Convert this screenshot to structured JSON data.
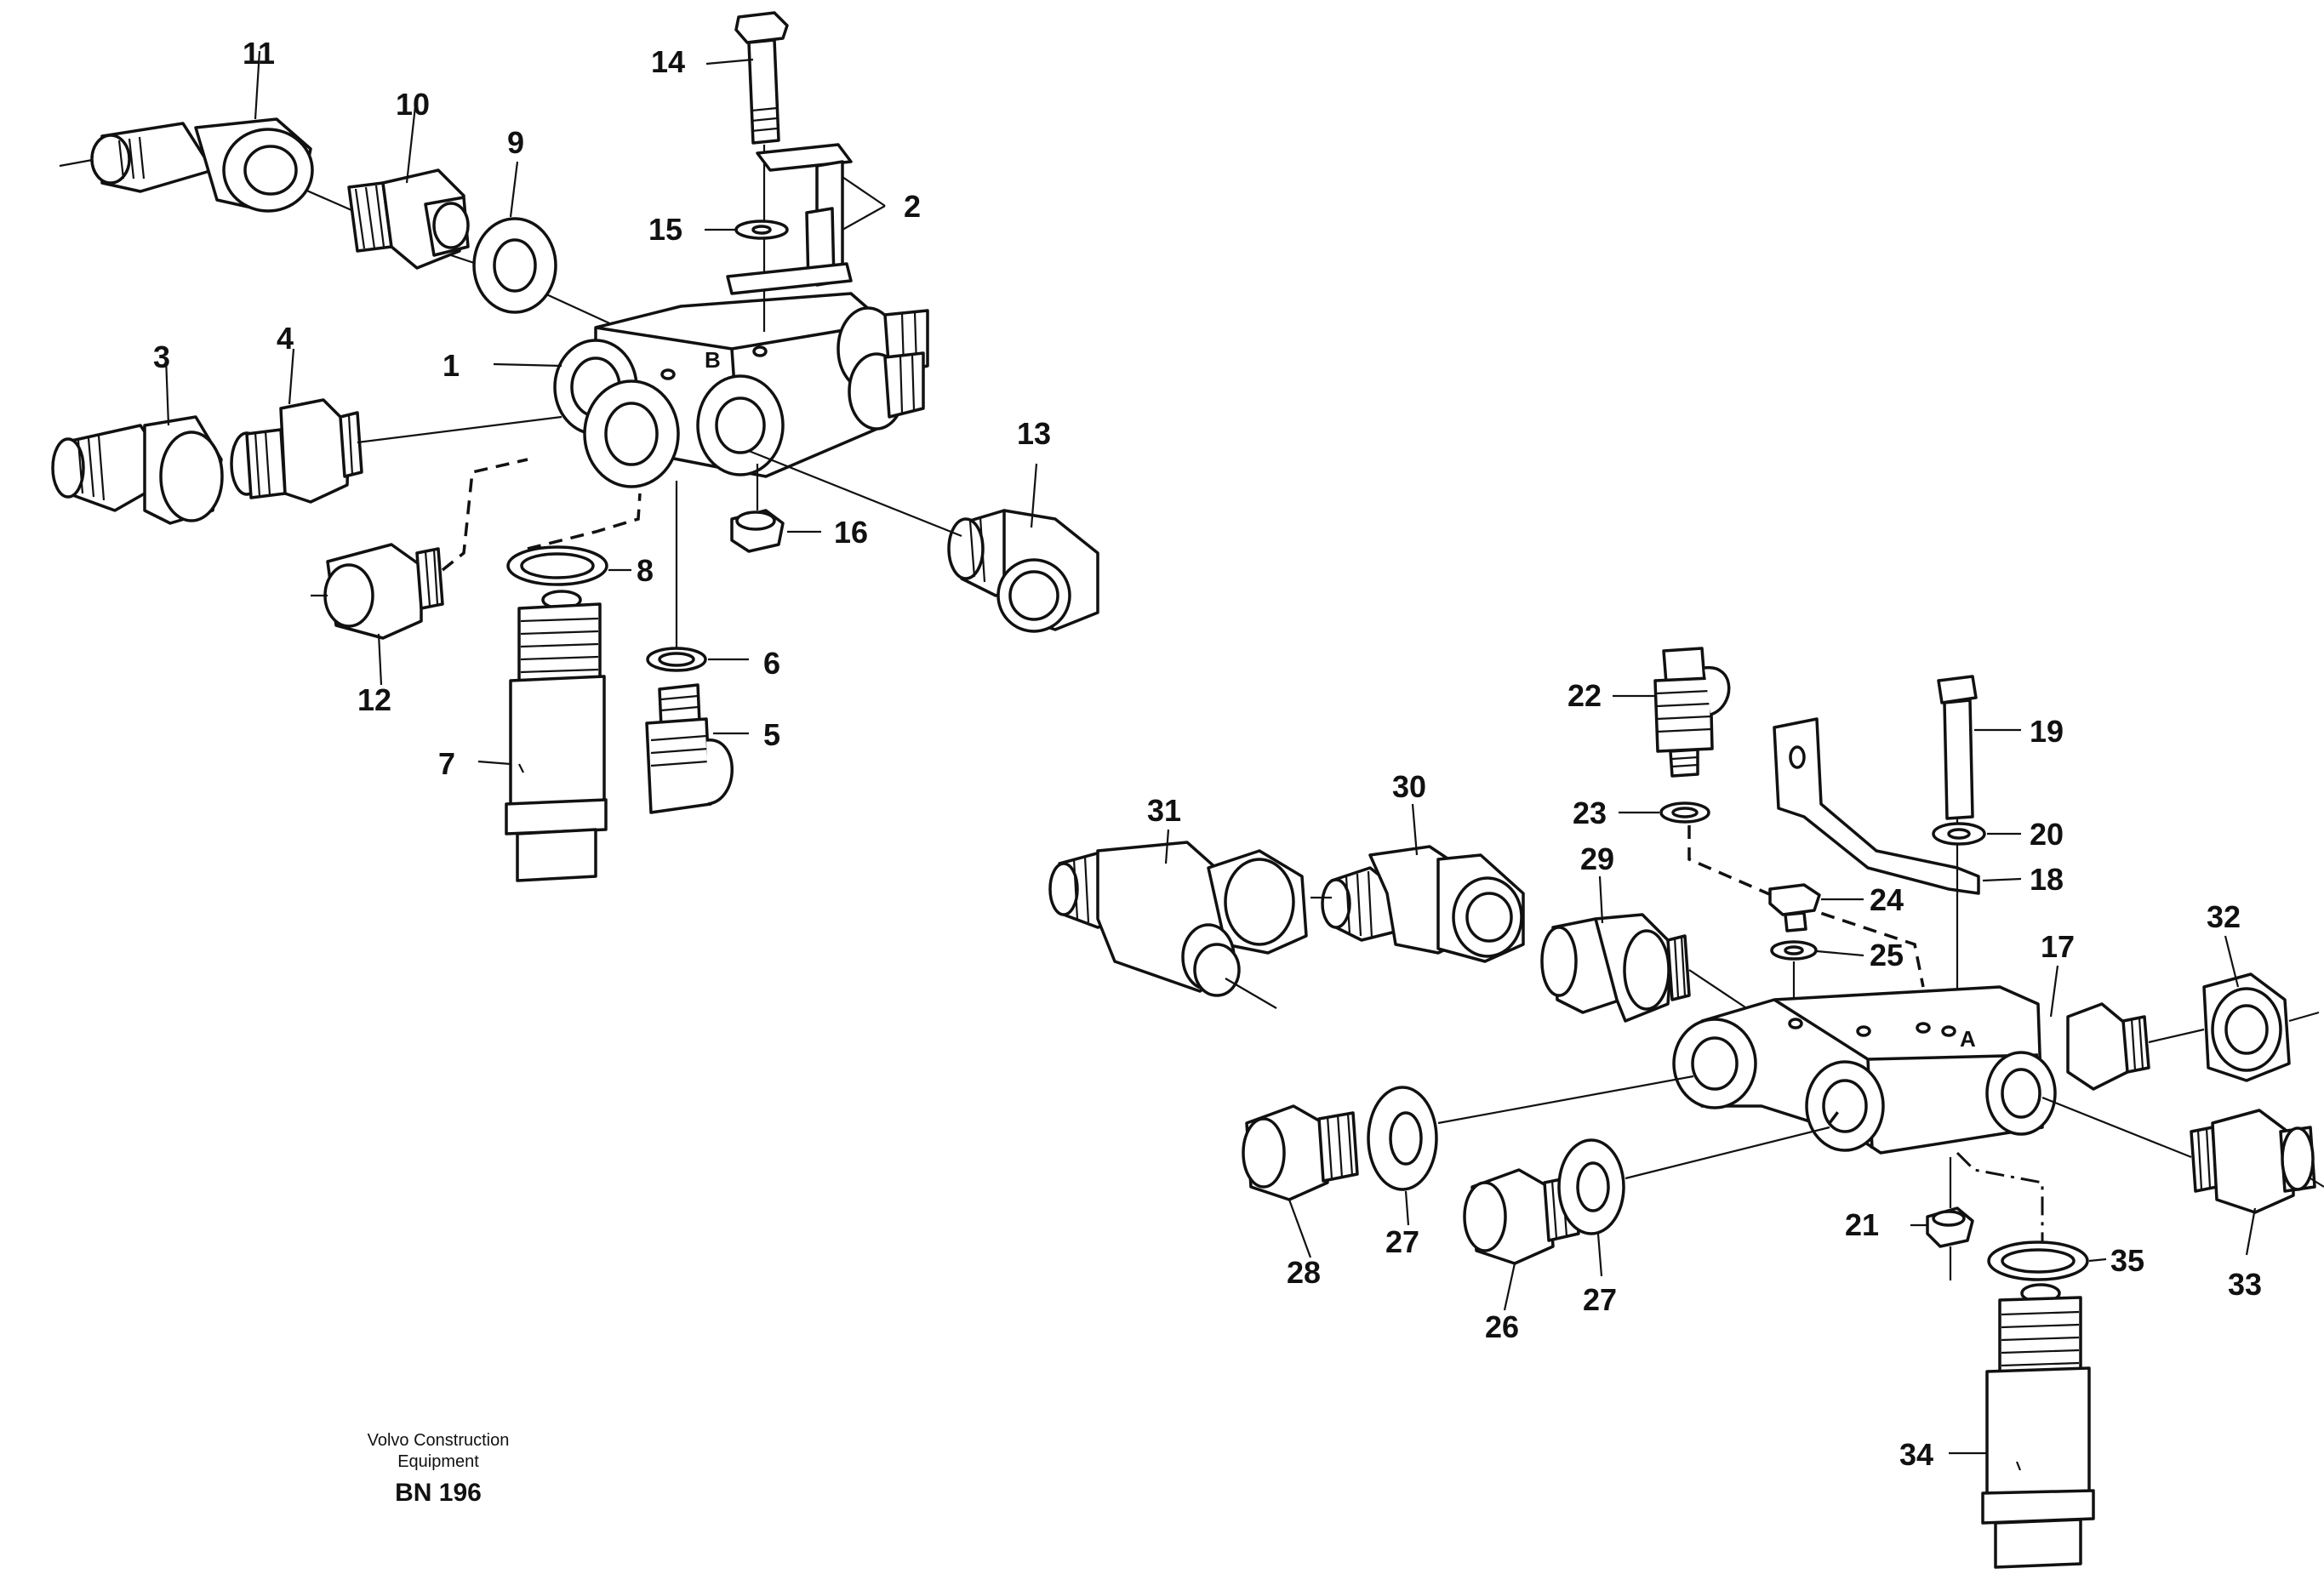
{
  "diagram": {
    "callouts": [
      "1",
      "2",
      "3",
      "4",
      "5",
      "6",
      "7",
      "8",
      "9",
      "10",
      "11",
      "12",
      "13",
      "14",
      "15",
      "16",
      "17",
      "18",
      "19",
      "20",
      "21",
      "22",
      "23",
      "24",
      "25",
      "26",
      "27",
      "28",
      "29",
      "30",
      "31",
      "32",
      "33",
      "34",
      "35",
      "27"
    ],
    "port_labels": [
      "B",
      "A"
    ]
  },
  "footer": {
    "line1": "Volvo Construction",
    "line2": "Equipment",
    "code": "BN 196"
  }
}
